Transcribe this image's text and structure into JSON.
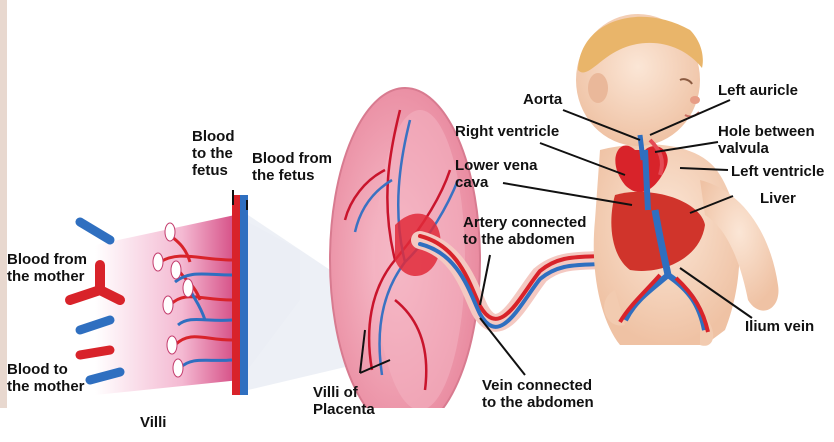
{
  "labels": {
    "blood_to_fetus": "Blood\nto the\nfetus",
    "blood_from_fetus": "Blood from\nthe fetus",
    "blood_from_mother": "Blood from\nthe mother",
    "blood_to_mother": "Blood to\nthe mother",
    "villi": "Villi",
    "villi_of_placenta": "Villi of\nPlacenta",
    "vein_connected": "Vein connected\nto the abdomen",
    "artery_connected": "Artery connected\nto the abdomen",
    "aorta": "Aorta",
    "left_auricle": "Left auricle",
    "right_ventricle": "Right ventricle",
    "hole_between_valvula": "Hole between\nvalvula",
    "lower_vena_cava": "Lower vena\ncava",
    "left_ventricle": "Left ventricle",
    "liver": "Liver",
    "ilium_vein": "Ilium vein"
  },
  "colors": {
    "artery_red": "#d8232a",
    "vein_blue": "#2f6fc0",
    "placenta_pink": "#f2a7b8",
    "skin": "#f6d7bf",
    "hair": "#e9b56a"
  }
}
